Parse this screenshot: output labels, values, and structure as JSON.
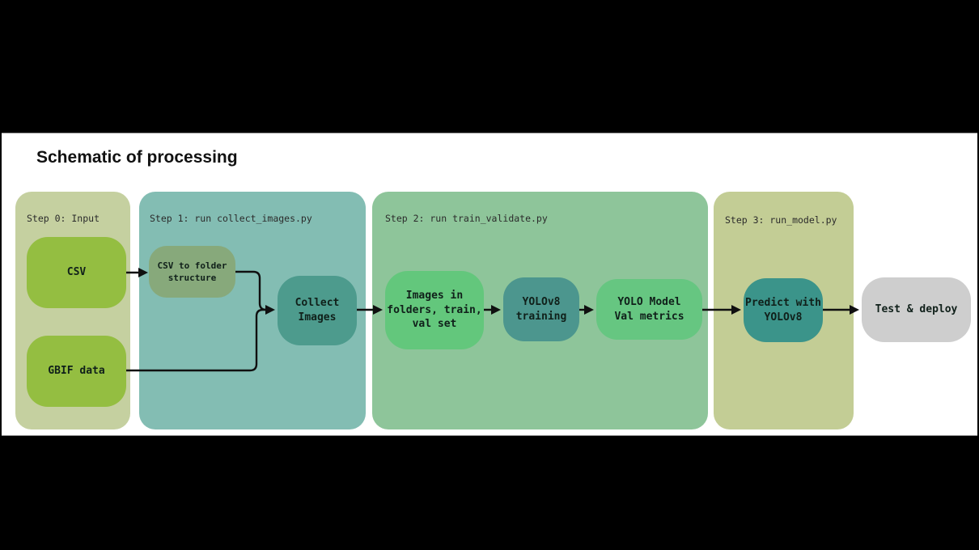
{
  "title": "Schematic of processing",
  "colors": {
    "page_background": "#000000",
    "surface": "#ffffff",
    "surface_border": "#8f8f8f",
    "arrow": "#101010",
    "node_text": "#10201a",
    "panel_label_text": "#2b2b2b"
  },
  "panels": [
    {
      "id": "step0",
      "label": "Step 0: Input",
      "color": "#c5d0a0"
    },
    {
      "id": "step1",
      "label": "Step 1: run collect_images.py",
      "color": "#83bdb3"
    },
    {
      "id": "step2",
      "label": "Step 2: run train_validate.py",
      "color": "#8ec59a"
    },
    {
      "id": "step3",
      "label": "Step 3: run_model.py",
      "color": "#c3cd95"
    }
  ],
  "nodes": [
    {
      "id": "csv",
      "label": "CSV",
      "color": "#94be41"
    },
    {
      "id": "gbif",
      "label": "GBIF data",
      "color": "#94be41"
    },
    {
      "id": "csv-to-folder",
      "label": "CSV to folder\nstructure",
      "color": "#87a97b"
    },
    {
      "id": "collect-images",
      "label": "Collect\nImages",
      "color": "#4d9b8d"
    },
    {
      "id": "images-in-folders",
      "label": "Images in\nfolders, train,\nval set",
      "color": "#63c77c"
    },
    {
      "id": "yolov8-training",
      "label": "YOLOv8\ntraining",
      "color": "#4c968e"
    },
    {
      "id": "yolo-model-val",
      "label": "YOLO Model\nVal metrics",
      "color": "#66c681"
    },
    {
      "id": "predict-yolov8",
      "label": "Predict with\nYOLOv8",
      "color": "#3b948a"
    },
    {
      "id": "test-deploy",
      "label": "Test & deploy",
      "color": "#cecece"
    }
  ]
}
